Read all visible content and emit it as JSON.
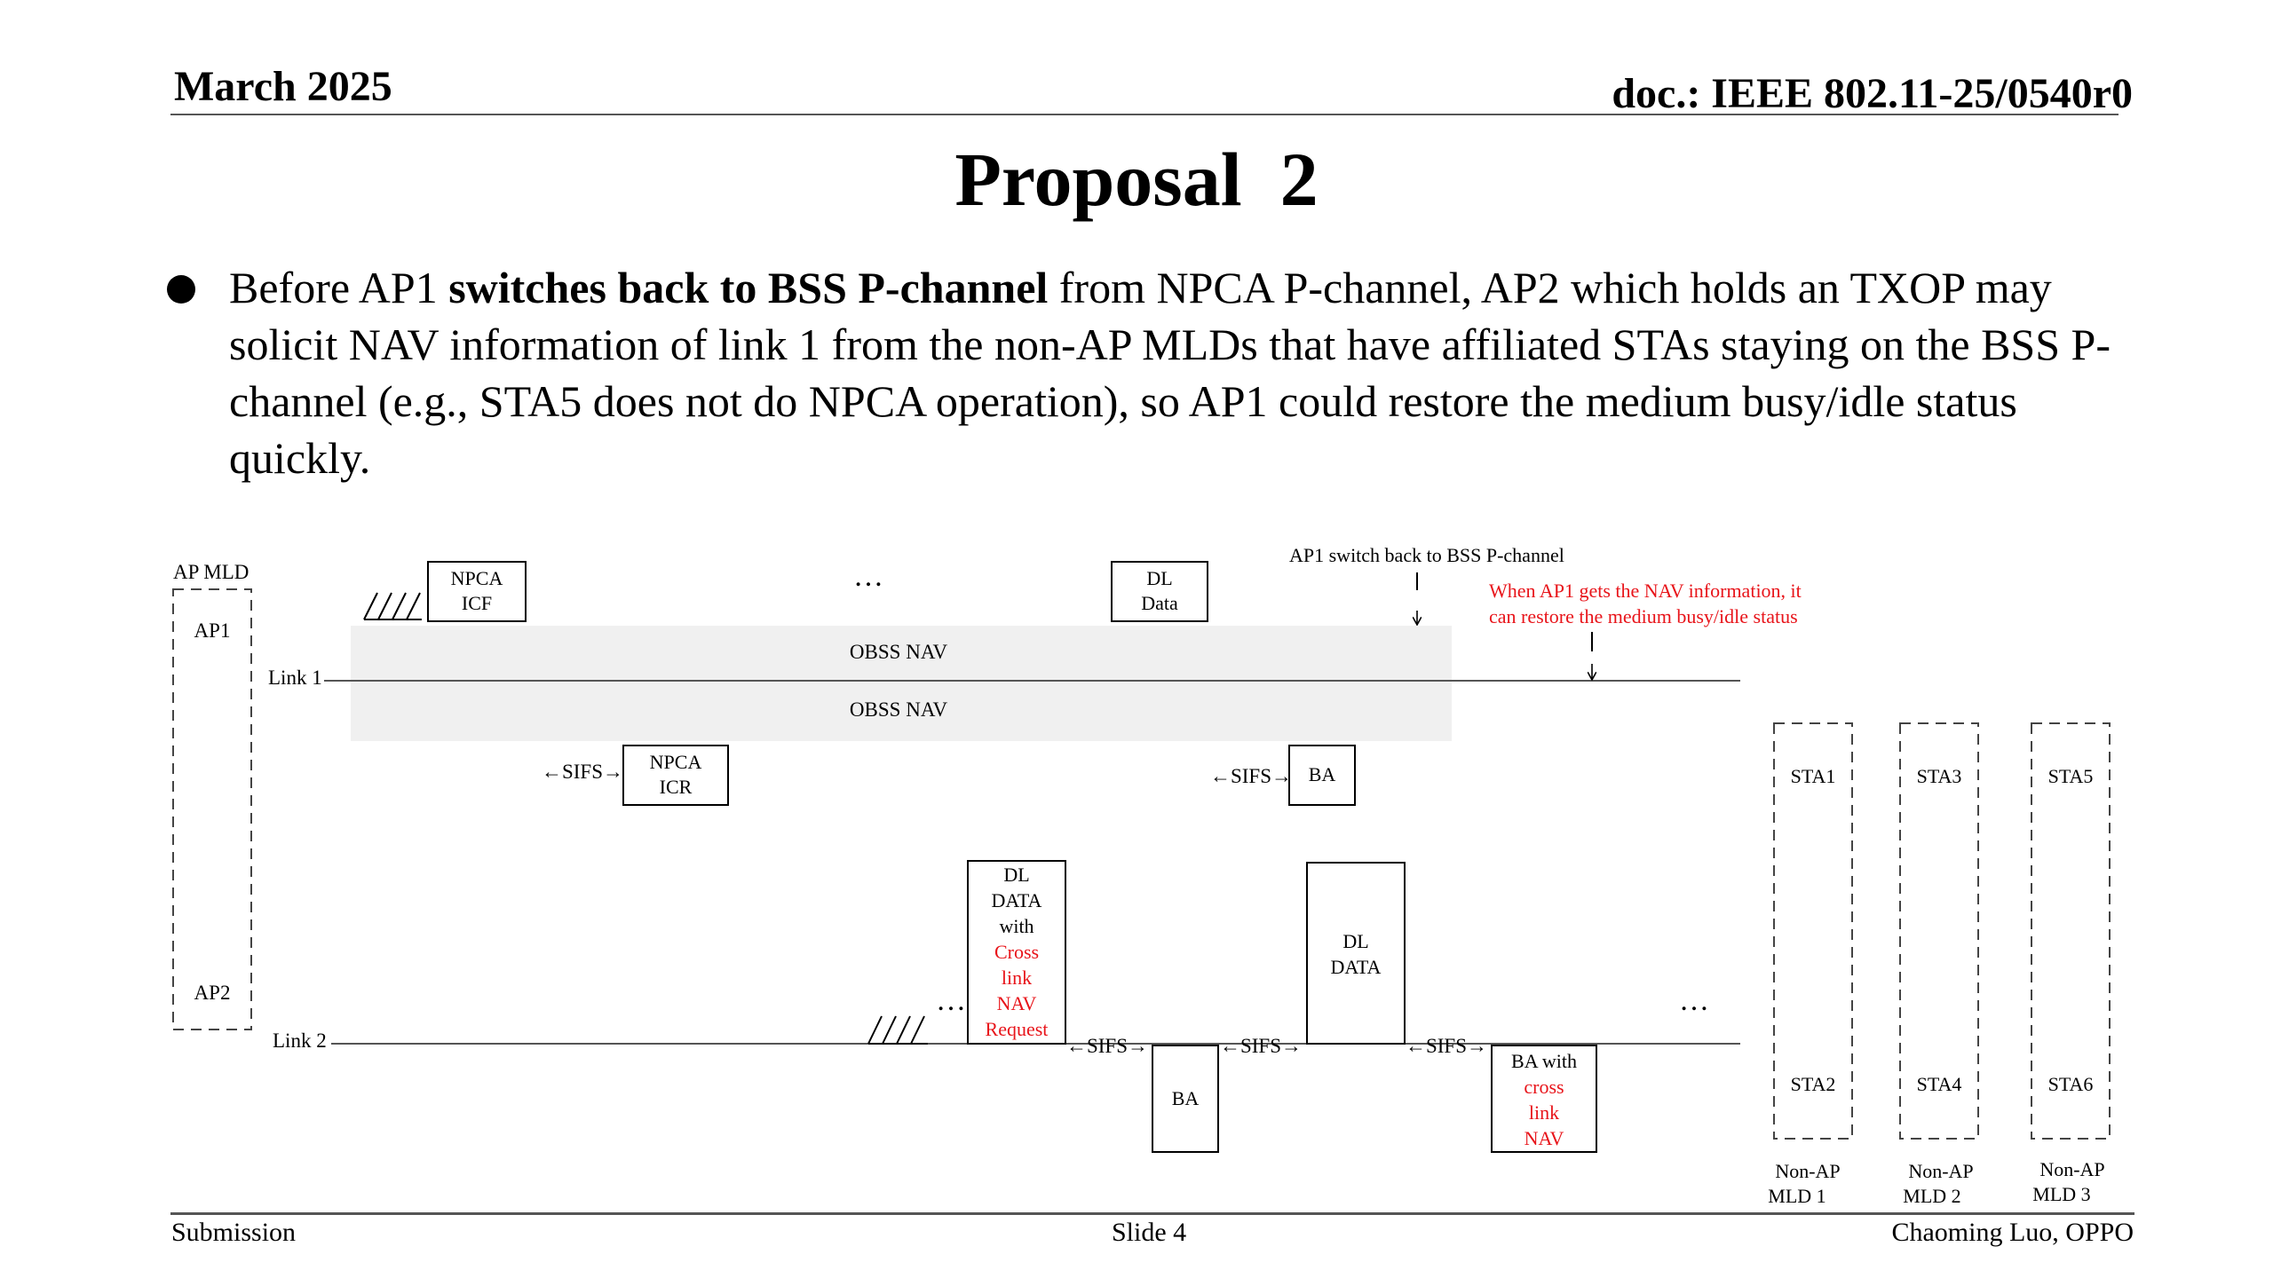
{
  "header": {
    "date": "March 2025",
    "doc": "doc.: IEEE 802.11-25/0540r0"
  },
  "title": "Proposal  2",
  "body": {
    "t1": "Before AP1 ",
    "t1b": "switches back to BSS P-channel",
    "t2": " from NPCA P-channel, AP2 which holds an TXOP may solicit NAV information of link 1 from the non-AP MLDs that have affiliated STAs staying on the BSS P-channel (e.g., STA5 does not do NPCA operation), so AP1 could restore the medium busy/idle status quickly."
  },
  "diagram": {
    "ap_mld": "AP MLD",
    "ap1": "AP1",
    "ap2": "AP2",
    "link1": "Link 1",
    "link2": "Link 2",
    "npca_icf": [
      "NPCA",
      "ICF"
    ],
    "ellipsis": "…",
    "dl_data_top": [
      "DL",
      "Data"
    ],
    "switch_label": "AP1 switch back to BSS P-channel",
    "restore_note": [
      "When AP1 gets the NAV information, it",
      "can restore the medium busy/idle status"
    ],
    "obss_nav_1": "OBSS NAV",
    "obss_nav_2": "OBSS NAV",
    "sifs": "SIFS",
    "npca_icr": [
      "NPCA",
      "ICR"
    ],
    "ba": "BA",
    "dl_req": [
      "DL",
      "DATA",
      "with"
    ],
    "dl_req_red": [
      "Cross",
      "link",
      "NAV",
      "Request"
    ],
    "dl_data": [
      "DL",
      "DATA"
    ],
    "ba_with": "BA with",
    "ba_red": [
      "cross",
      "link",
      "NAV"
    ],
    "sta": [
      "STA1",
      "STA2",
      "STA3",
      "STA4",
      "STA5",
      "STA6"
    ],
    "mld": [
      [
        "Non-AP",
        "MLD 1"
      ],
      [
        "Non-AP",
        "MLD 2"
      ],
      [
        "Non-AP",
        "MLD 3"
      ]
    ]
  },
  "footer": {
    "left": "Submission",
    "center": "Slide 4",
    "right": "Chaoming Luo, OPPO"
  },
  "colors": {
    "red": "#e8141a",
    "nav_fill": "#f0f0f0",
    "line": "#555555"
  }
}
